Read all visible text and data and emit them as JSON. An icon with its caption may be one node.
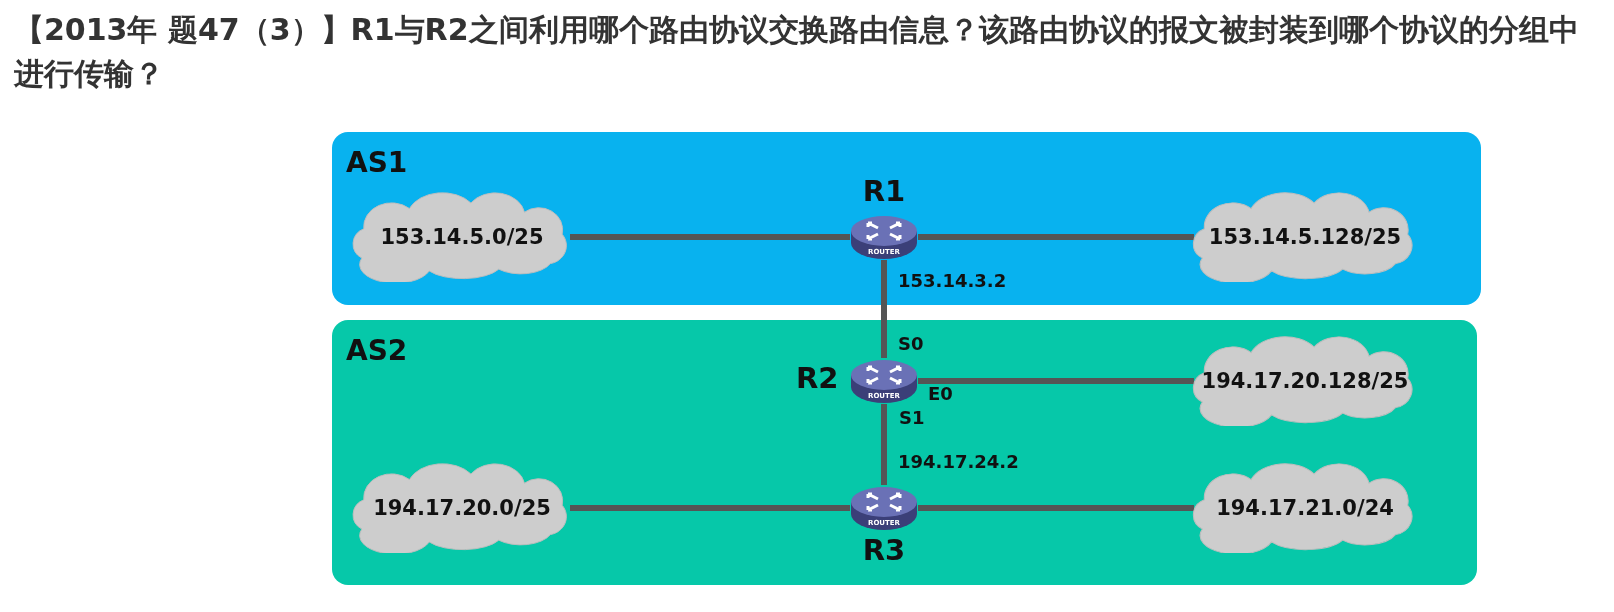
{
  "diagram": {
    "title": "【2013年 题47（3）】R1与R2之间利用哪个路由协议交换路由信息？该路由协议的报文被封装到哪个协议的分组中进行传输？",
    "nodes": [
      {
        "text": [
          "AS1"
        ]
      },
      {
        "text": [
          "153.14.5.0/25"
        ],
        "in": 0
      },
      {
        "text": [
          "R1",
          "ROUTER"
        ],
        "in": 0
      },
      {
        "text": [
          "153.14.5.128/25"
        ],
        "in": 0
      },
      {
        "text": [
          "AS2"
        ]
      },
      {
        "text": [
          "R2",
          "ROUTER"
        ],
        "in": 4
      },
      {
        "text": [
          "194.17.20.128/25"
        ],
        "in": 4
      },
      {
        "text": [
          "194.17.20.0/25"
        ],
        "in": 4
      },
      {
        "text": [
          "ROUTER",
          "R3"
        ],
        "in": 4
      },
      {
        "text": [
          "194.17.21.0/24"
        ],
        "in": 4
      }
    ],
    "edges": [
      {
        "from": 1,
        "to": 2,
        "arrow": "none"
      },
      {
        "from": 2,
        "to": 3,
        "arrow": "none"
      },
      {
        "from": 2,
        "to": 5,
        "arrow": "none"
      },
      {
        "from": 5,
        "to": 6,
        "arrow": "none"
      },
      {
        "from": 5,
        "to": 8,
        "arrow": "none"
      },
      {
        "from": 7,
        "to": 8,
        "arrow": "none"
      },
      {
        "from": 8,
        "to": 9,
        "arrow": "none"
      }
    ],
    "labels": [
      "153.14.3.2",
      "S0",
      "E0",
      "S1",
      "194.17.24.2"
    ]
  }
}
